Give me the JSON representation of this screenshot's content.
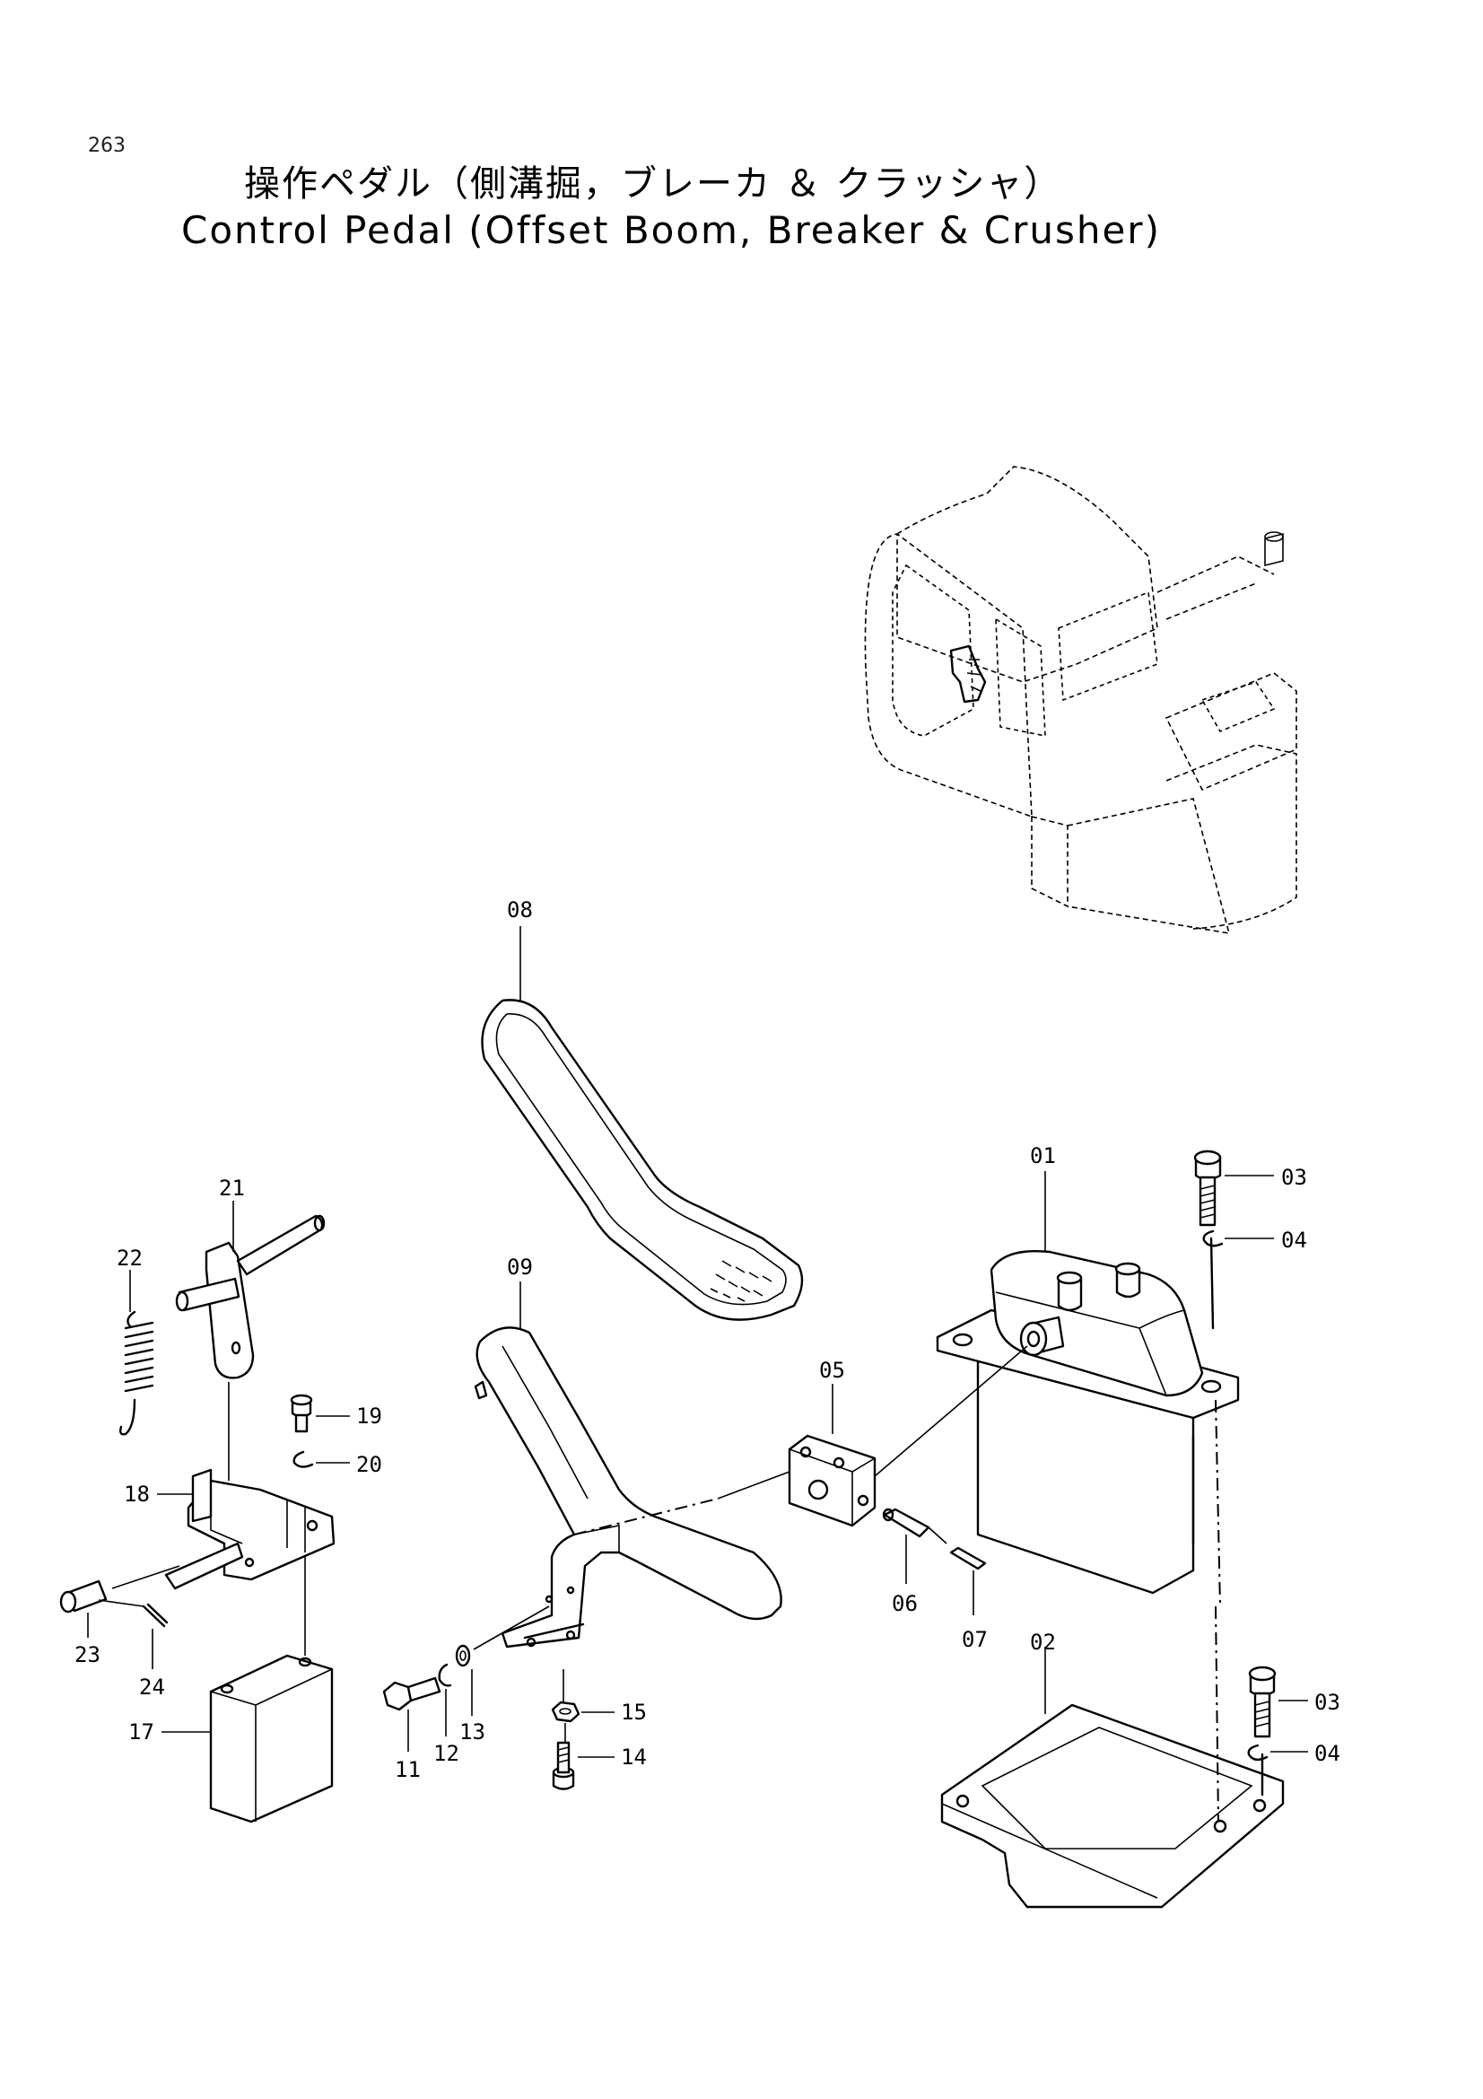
{
  "page_number": "263",
  "title_ja": "操作ペダル（側溝掘，ブレーカ ＆ クラッシャ）",
  "title_en": "Control Pedal (Offset Boom, Breaker & Crusher)",
  "part_labels": {
    "p01": "01",
    "p02": "02",
    "p03a": "03",
    "p03b": "03",
    "p04a": "04",
    "p04b": "04",
    "p05": "05",
    "p06": "06",
    "p07": "07",
    "p08": "08",
    "p09": "09",
    "p11": "11",
    "p12": "12",
    "p13": "13",
    "p14": "14",
    "p15": "15",
    "p17": "17",
    "p18": "18",
    "p19": "19",
    "p20": "20",
    "p21": "21",
    "p22": "22",
    "p23": "23",
    "p24": "24"
  }
}
